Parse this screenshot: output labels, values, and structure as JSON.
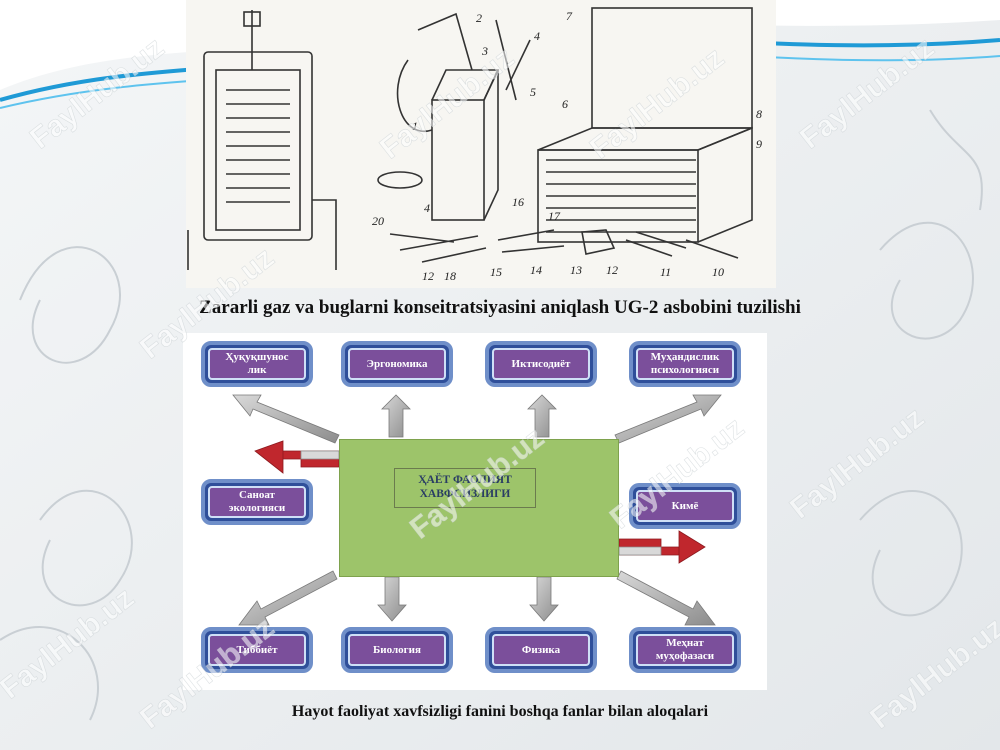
{
  "slide": {
    "caption_top": "Zararli gaz va buglarni konseitratsiyasini aniqlash UG-2 asbobini tuzilishi",
    "caption_bottom": "Hayot faoliyat xavfsizligi fanini boshqa fanlar bilan aloqalari",
    "watermark": "FaylHub.uz"
  },
  "illustration": {
    "labels": [
      "1",
      "2",
      "3",
      "4",
      "5",
      "6",
      "7",
      "8",
      "9",
      "10",
      "11",
      "12",
      "13",
      "14",
      "15",
      "16",
      "17",
      "18",
      "20"
    ]
  },
  "diagram": {
    "center": "ҲАЁТ ФАОЛИЯТ\nХАВФСИЗЛИГИ",
    "boxes": [
      {
        "id": "huquqshunoslik",
        "label": "Ҳуқуқшунос\nлик"
      },
      {
        "id": "ergonomika",
        "label": "Эргономика"
      },
      {
        "id": "iqtisodiyot",
        "label": "Иктисодиёт"
      },
      {
        "id": "muhandislik",
        "label": "Муҳандислик\nпсихологияси"
      },
      {
        "id": "sanoat",
        "label": "Саноат\nэкологияси"
      },
      {
        "id": "kimyo",
        "label": "Кимё"
      },
      {
        "id": "tibbiyot",
        "label": "Тиббиёт"
      },
      {
        "id": "biologiya",
        "label": "Биология"
      },
      {
        "id": "fizika",
        "label": "Физика"
      },
      {
        "id": "mehnat",
        "label": "Меҳнат\nмуҳофазаси"
      }
    ]
  },
  "colors": {
    "box_fill": "#7b4f9b",
    "box_border": "#2f4f9a",
    "center_fill": "#9dc46a",
    "arrow_red": "#c0272d",
    "arrow_gray": "#9a9a9a"
  }
}
